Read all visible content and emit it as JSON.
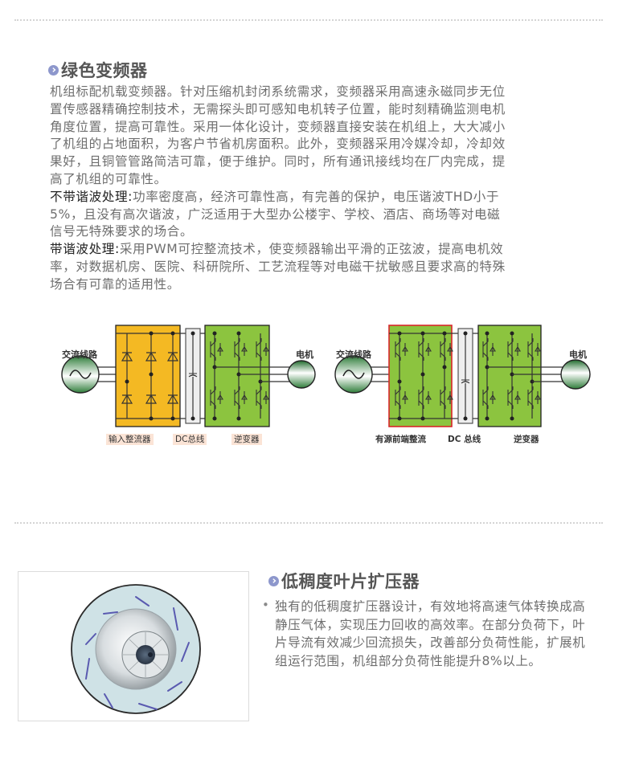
{
  "section1": {
    "title": "绿色变频器",
    "intro_lines": [
      "机组标配机载变频器。针对压缩机封闭系统需求，变频器采用高速永磁同步无位",
      "置传感器精确控制技术，无需探头即可感知电机转子位置，能时刻精确监测电机",
      "角度位置，提高可靠性。采用一体化设计，变频器直接安装在机组上，大大减小",
      "了机组的占地面积，为客户节省机房面积。此外，变频器采用冷媒冷却，冷却效",
      "果好，且铜管管路简洁可靠，便于维护。同时，所有通讯接线均在厂内完成，提",
      "高了机组的可靠性。"
    ],
    "no_harmonic": {
      "label": "不带谐波处理:",
      "lines": [
        "功率密度高，经济可靠性高，有完善的保护，电压谐波THD小于",
        "5%，且没有高次谐波，广泛适用于大型办公楼宇、学校、酒店、商场等对电磁",
        "信号无特殊要求的场合。"
      ]
    },
    "with_harmonic": {
      "label": "带谐波处理:",
      "lines": [
        "采用PWM可控整流技术，使变频器输出平滑的正弦波，提高电机效",
        "率，对数据机房、医院、科研院所、工艺流程等对电磁干扰敏感且要求高的特殊",
        "场合有可靠的适用性。"
      ]
    },
    "diagram_left": {
      "ac_label": "交流线路",
      "motor_label": "电机",
      "captions": [
        "输入整流器",
        "DC总线",
        "逆变器"
      ],
      "rectifier_color": "#f4b923",
      "inverter_color": "#8cc43f"
    },
    "diagram_right": {
      "ac_label": "交流线路",
      "motor_label": "电机",
      "captions": [
        "有源前端整流",
        "DC 总线",
        "逆变器"
      ],
      "rectifier_color": "#8cc43f",
      "rectifier_border": "#d9262b",
      "inverter_color": "#8cc43f"
    }
  },
  "section2": {
    "title": "低稠度叶片扩压器",
    "bullet_lines": [
      "独有的低稠度扩压器设计，有效地将高速气体转换成高",
      "静压气体，实现压力回收的高效率。在部分负荷下，叶",
      "片导流有效减少回流损失，改善部分负荷性能，扩展机",
      "组运行范围，机组部分负荷性能提升8%以上。"
    ],
    "bullet_symbol": "•",
    "image_alt": "diffuser-impeller"
  },
  "colors": {
    "heading_icon": "#8d97cc",
    "text": "#6e6e6e",
    "divider": "#d4d4d4"
  }
}
